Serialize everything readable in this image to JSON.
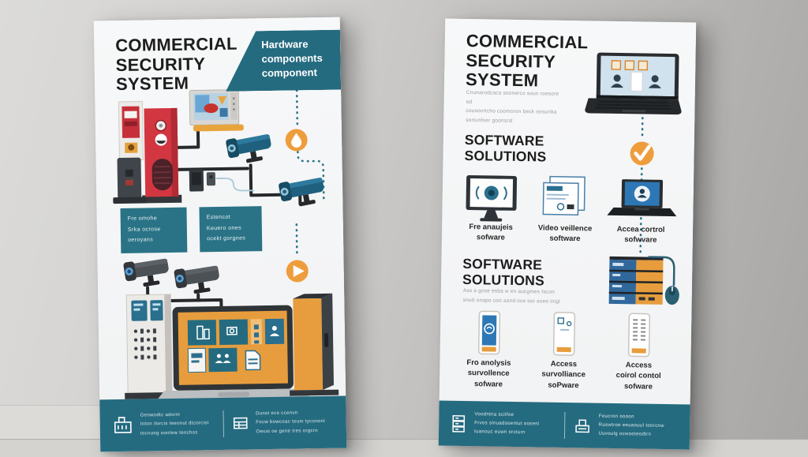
{
  "scene": {
    "colors": {
      "teal": "#256b80",
      "teal_box": "#2a7386",
      "orange": "#ee9d3d",
      "red": "#d23640",
      "camera_blue": "#1f607e",
      "wall": "#c2c1bf",
      "paper": "#f5f6f7"
    },
    "icons": {
      "markers": [
        "drop-icon",
        "play-icon",
        "check-icon"
      ],
      "left_footer": [
        "building-icon",
        "grid-card-icon"
      ],
      "right_footer": [
        "server-rack-icon",
        "scanner-device-icon"
      ]
    }
  },
  "left_poster": {
    "title": "COMMERCIAL\nSECURITY\nSYSTEM",
    "banner": "Hardware\ncomponents\ncomponent",
    "box1": "Fre omohe\nSrka ocrose\noeroyans",
    "box2": "Estencot\nKeuero ones\nocekt gorgnes",
    "footer": {
      "col1": "Genwodtc adorm\nInton ilorcis teeonut dtcorcist\ntocnung oontew tenchos",
      "col2": "Dunst ece ccenvn\nFocw bowcoac teum tycononi\nOeust oe gene tres orgcrn"
    }
  },
  "right_poster": {
    "title": "COMMERCIAL\nSECURITY\nSYSTEM",
    "intro": "Cnunarodcaca soonerco soun roesore od\ncousoortcho coomoron beck oosurtka\nsortunfoer goonsrsl",
    "section1": {
      "heading": "SOFTWARE\nSOLUTIONS",
      "items": [
        {
          "caption": "Fre anaujeis\nsofware"
        },
        {
          "caption": "Video veillence\nsoftware"
        },
        {
          "caption": "Accea cortrol\nsofwvare"
        }
      ]
    },
    "section2": {
      "heading": "SOFTWARE\nSOLUTIONS",
      "intro": "Ass a gose esba w en aucgmes facon\nsnutt onapo coo aand oos tao aoee inigl",
      "items": [
        {
          "caption": "Fro anolysis\nsurvollence\nsofware"
        },
        {
          "caption": "Access\nsurvolliance\nsoPware"
        },
        {
          "caption": "Access\ncoirol contol\nsofware"
        }
      ]
    },
    "footer": {
      "col1": "Voodntna scitfoe\nFrvos sinuadsoentut ooseni\nIuanouc euwn orcturn",
      "col2": "Feucron oooon\nRuswtroe eeuaouul toorcnw\nUuvoulg ocwooteodtrn"
    }
  }
}
